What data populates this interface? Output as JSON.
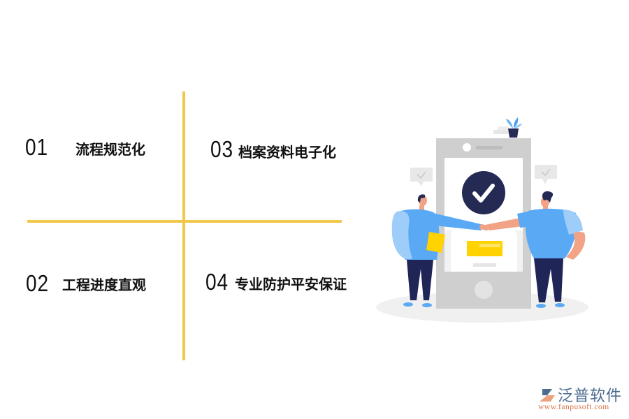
{
  "items": [
    {
      "number": "01",
      "label": "流程规范化"
    },
    {
      "number": "02",
      "label": "工程进度直观"
    },
    {
      "number": "03",
      "label": "档案资料电子化"
    },
    {
      "number": "04",
      "label": "专业防护平安保证"
    }
  ],
  "colors": {
    "divider": "#f0c94b",
    "text": "#111111",
    "phone_frame": "#cfcfcf",
    "check_circle": "#252a55",
    "shirt_blue": "#5aa9f5",
    "pants_navy": "#1f2557",
    "card_yellow": "#ffd200",
    "skin": "#f2a285"
  },
  "illustration": {
    "description": "two people fist-bumping in front of a smartphone showing a checkmark"
  },
  "logo": {
    "brand": "泛普软件",
    "url": "www.fanpusoft.com"
  }
}
